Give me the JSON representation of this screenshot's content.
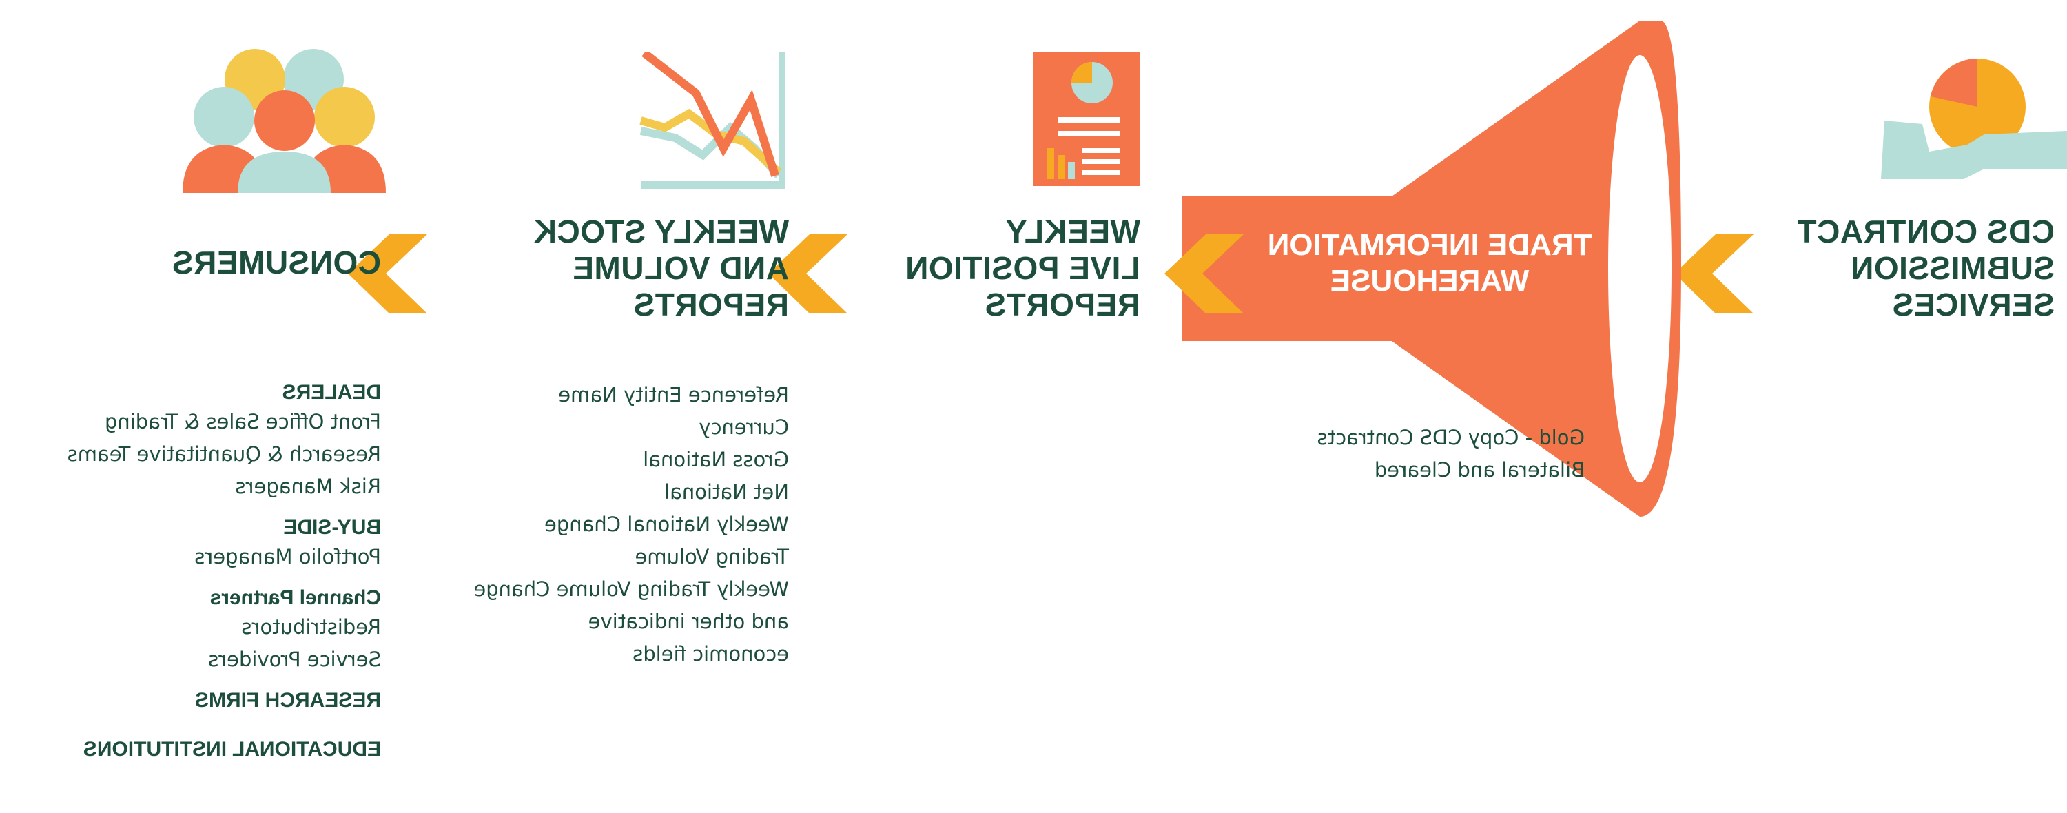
{
  "colors": {
    "orange": "#f47549",
    "yellow": "#f5aa22",
    "mint": "#b4ded7",
    "gold": "#f4c84b",
    "dark_green": "#1c4e3b"
  },
  "stages": [
    {
      "title": "CDS CONTRACT\nSUBMISSION\nSERVICES",
      "icon": "hand-holding-pie-chart-icon"
    },
    {
      "title": "TRADE INFORMATION\nWAREHOUSE",
      "icon": "megaphone-icon",
      "details": [
        "Gold - Copy CDS Contracts",
        "Bilateral and Cleared"
      ]
    },
    {
      "title": "WEEKLY\nLIVE POSITION\nREPORTS",
      "icon": "report-document-icon"
    },
    {
      "title": "WEEKLY STOCK\nAND VOLUME\nREPORTS",
      "icon": "line-chart-icon",
      "details": [
        "Reference Entity Name",
        "Currency",
        "Gross National",
        "Net National",
        "Weekly National Change",
        "Trading Volume",
        "Weekly Trading Volume Change",
        "and other indicative",
        "economic fields"
      ]
    },
    {
      "title": "CONSUMERS",
      "icon": "people-group-icon",
      "groups": [
        {
          "name": "DEALERS",
          "items": [
            "Front Office Sales & Trading",
            "Research & Quantitative Teams",
            "Risk Managers"
          ]
        },
        {
          "name": "BUY-SIDE",
          "items": [
            "Portfolio Managers"
          ]
        },
        {
          "name": "Channel Partners",
          "items": [
            "Redistributors",
            "Service Providers"
          ]
        },
        {
          "name": "RESEARCH FIRMS",
          "items": []
        },
        {
          "name": "EDUCATIONAL INSTITUTIONS",
          "items": []
        }
      ]
    }
  ]
}
